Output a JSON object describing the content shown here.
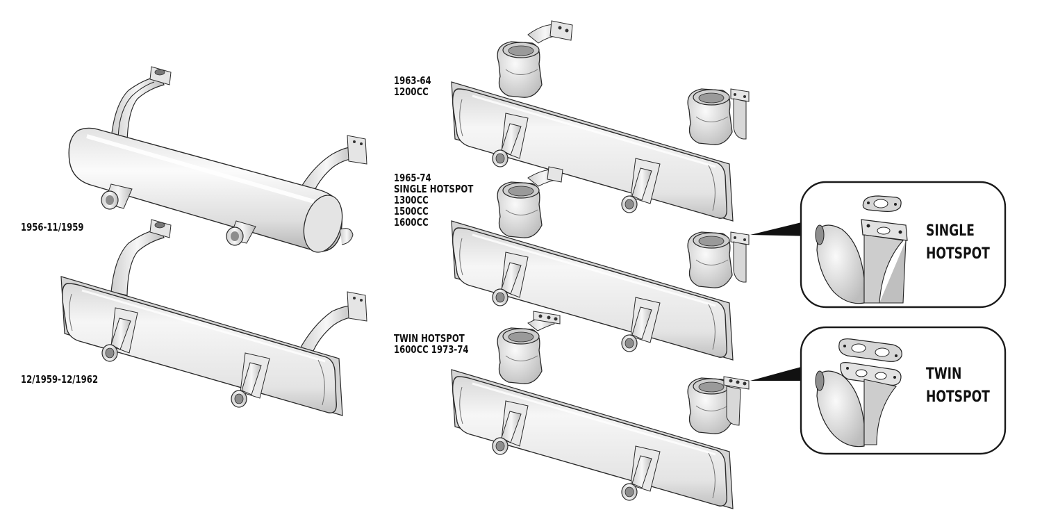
{
  "labels": {
    "m1": "1956-11/1959",
    "m2": "12/1959-12/1962",
    "m3": [
      "1963-64",
      "1200CC"
    ],
    "m4": [
      "1965-74",
      "SINGLE HOTSPOT",
      "1300CC",
      "1500CC",
      "1600CC"
    ],
    "m5": [
      "TWIN HOTSPOT",
      "1600CC 1973-74"
    ]
  },
  "callouts": {
    "single": [
      "SINGLE",
      "HOTSPOT"
    ],
    "twin": [
      "TWIN",
      "HOTSPOT"
    ]
  },
  "colors": {
    "outline": "#2a2a2a",
    "metal_light": "#f4f4f4",
    "metal_mid": "#dcdcdc",
    "metal_dark": "#a8a8a8",
    "pointer": "#111111"
  }
}
